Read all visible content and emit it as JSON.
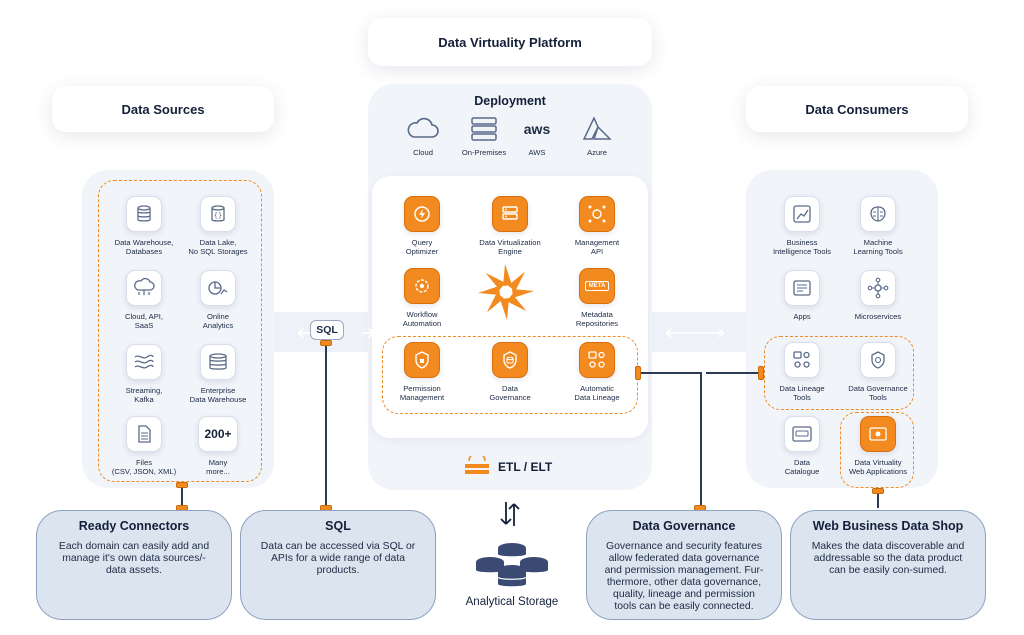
{
  "header": {
    "platform_title": "Data Virtuality Platform",
    "sources_title": "Data Sources",
    "consumers_title": "Data Consumers"
  },
  "deployment": {
    "title": "Deployment",
    "items": [
      {
        "label": "Cloud",
        "icon": "cloud-icon"
      },
      {
        "label": "On-Premises",
        "icon": "server-stack-icon"
      },
      {
        "label": "AWS",
        "icon": "aws-logo-icon"
      },
      {
        "label": "Azure",
        "icon": "azure-logo-icon"
      }
    ],
    "aws_wordmark": "aws"
  },
  "platform": {
    "components": [
      {
        "label": "Query\nOptimizer",
        "icon": "query-optimizer-icon"
      },
      {
        "label": "Data Virtualization\nEngine",
        "icon": "virtualization-engine-icon"
      },
      {
        "label": "Management\nAPI",
        "icon": "management-api-icon"
      },
      {
        "label": "Workflow\nAutomation",
        "icon": "workflow-icon"
      },
      {
        "label": "Metadata\nRepositories",
        "icon": "metadata-icon"
      },
      {
        "label": "Permission\nManagement",
        "icon": "permission-icon"
      },
      {
        "label": "Data\nGovernance",
        "icon": "governance-icon"
      },
      {
        "label": "Automatic\nData Lineage",
        "icon": "lineage-icon"
      }
    ],
    "meta_tag": "META",
    "etl_label": "ETL / ELT"
  },
  "sources": [
    {
      "label": "Data Warehouse,\nDatabases",
      "icon": "database-icon"
    },
    {
      "label": "Data Lake,\nNo SQL Storages",
      "icon": "data-lake-icon"
    },
    {
      "label": "Cloud, API,\nSaaS",
      "icon": "cloud-api-icon"
    },
    {
      "label": "Online\nAnalytics",
      "icon": "analytics-icon"
    },
    {
      "label": "Streaming,\nKafka",
      "icon": "streaming-icon"
    },
    {
      "label": "Enterprise\nData Warehouse",
      "icon": "enterprise-dw-icon"
    },
    {
      "label": "Files\n(CSV, JSON, XML)",
      "icon": "files-icon"
    },
    {
      "label": "Many\nmore...",
      "icon": "many-more-icon",
      "badge": "200+"
    }
  ],
  "consumers": [
    {
      "label": "Business\nIntelligence Tools",
      "icon": "bi-tools-icon"
    },
    {
      "label": "Machine\nLearning Tools",
      "icon": "ml-tools-icon"
    },
    {
      "label": "Apps",
      "icon": "apps-icon"
    },
    {
      "label": "Microservices",
      "icon": "microservices-icon"
    },
    {
      "label": "Data Lineage\nTools",
      "icon": "lineage-tools-icon"
    },
    {
      "label": "Data Governance\nTools",
      "icon": "governance-tools-icon"
    },
    {
      "label": "Data\nCatalogue",
      "icon": "catalogue-icon"
    },
    {
      "label": "Data Virtuality\nWeb Applications",
      "icon": "web-app-icon"
    }
  ],
  "sql_label": "SQL",
  "storage_label": "Analytical Storage",
  "cards": [
    {
      "title": "Ready Connectors",
      "text": "Each domain can easily add and manage it's own data sources/-data assets."
    },
    {
      "title": "SQL",
      "text": "Data can be accessed via SQL or APIs for a wide range of data products."
    },
    {
      "title": "Data Governance",
      "text": "Governance and security features allow federated data governance and permission management. Fur-thermore, other data governance, quality, lineage and permission tools can be easily connected."
    },
    {
      "title": "Web Business Data Shop",
      "text": "Makes the data discoverable and addressable so the data product can be easily con-sumed."
    }
  ],
  "colors": {
    "accent": "#f28a1f",
    "navy": "#14203a",
    "panel": "#f1f4f9",
    "card": "#dbe4ef"
  }
}
